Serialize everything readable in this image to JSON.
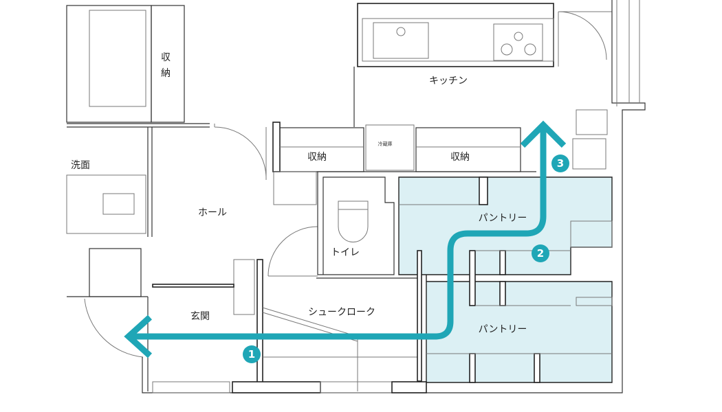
{
  "colors": {
    "route": "#1fa6b6",
    "pantry_fill": "#dcf0f4"
  },
  "rooms": {
    "storage_top_left": [
      "収",
      "納"
    ],
    "washroom": "洗面",
    "hall": "ホール",
    "entrance": "玄関",
    "storage_left": "収納",
    "refrigerator": "冷蔵庫",
    "storage_right": "収納",
    "kitchen": "キッチン",
    "toilet": "トイレ",
    "shoe_closet": "シュークローク",
    "pantry_upper": "パントリー",
    "pantry_lower": "パントリー"
  },
  "route_markers": [
    "1",
    "2",
    "3"
  ]
}
